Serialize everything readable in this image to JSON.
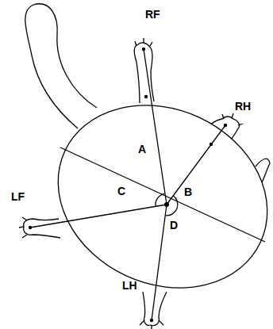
{
  "diagram": {
    "labels": [
      "RF",
      "RH",
      "LF",
      "LH",
      "A",
      "B",
      "C",
      "D"
    ]
  }
}
